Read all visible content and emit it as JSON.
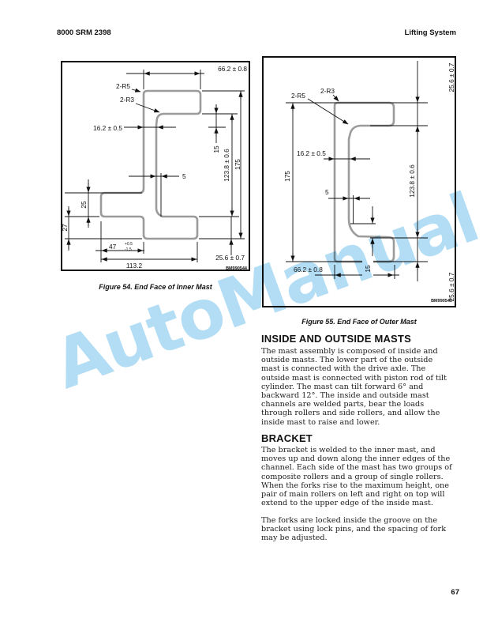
{
  "header": {
    "doc_number": "8000 SRM 2398",
    "section_title": "Lifting System"
  },
  "watermark": "AutoManual",
  "figure54": {
    "caption": "Figure 54. End Face of Inner Mast",
    "code": "BM990544",
    "dims": {
      "top_width": "66.2 ± 0.8",
      "radius5": "2-R5",
      "radius3": "2-R3",
      "wall": "16.2 ± 0.5",
      "lip_height": "15",
      "inner_height": "123.8 ± 0.6",
      "total_height": "175",
      "web_offset": "5",
      "left_flange_height": "25",
      "base_height": "27",
      "groove_width": "47",
      "groove_tol_plus": "+0.5",
      "groove_tol_minus": "-1.5",
      "total_width": "113.2",
      "flange_height": "25.6 ± 0.7"
    }
  },
  "figure55": {
    "caption": "Figure 55. End Face of Outer Mast",
    "code": "BM990545",
    "dims": {
      "radius5": "2-R5",
      "radius3": "2-R3",
      "top_flange_height": "25.6 ± 0.7",
      "wall": "16.2 ± 0.5",
      "total_height": "175",
      "web_offset": "5",
      "inner_height": "123.8 ± 0.6",
      "lip_height": "15",
      "bottom_width": "66.2 ± 0.8",
      "bottom_flange_height": "25.6 ± 0.7"
    }
  },
  "sections": {
    "masts": {
      "heading": "INSIDE AND OUTSIDE MASTS",
      "body": "The mast assembly is composed of inside and outside masts. The lower part of the outside mast is connected with the drive axle. The outside mast is connected with piston rod of tilt cylinder. The mast can tilt forward 6° and backward 12°. The inside and outside mast channels are welded parts, bear the loads through rollers and side rollers, and allow the inside mast to raise and lower."
    },
    "bracket": {
      "heading": "BRACKET",
      "body1": "The bracket is welded to the inner mast, and moves up and down along the inner edges of the channel. Each side of the mast has two groups of composite rollers and a group of single rollers. When the forks rise to the maximum height, one pair of main rollers on left and right on top will extend to the upper edge of the inside mast.",
      "body2": "The forks are locked inside the groove on the bracket using lock pins, and the spacing of fork may be adjusted."
    }
  },
  "footer": {
    "page_number": "67"
  },
  "colors": {
    "watermark": "#aedcf4",
    "profile_stroke": "#9b9b9b",
    "line": "#111111"
  }
}
